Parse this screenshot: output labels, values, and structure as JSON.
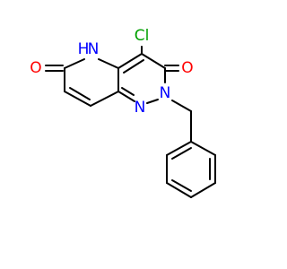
{
  "colors": {
    "bond": "#000000",
    "oxygen": "#ff0000",
    "nitrogen": "#0000ff",
    "chlorine": "#00a000",
    "background": "#ffffff"
  },
  "atoms": {
    "o_left": "O",
    "nh": "H",
    "n_nh": "N",
    "cl": "Cl",
    "o_right": "O",
    "n_lower": "N",
    "n_upper": "N"
  }
}
